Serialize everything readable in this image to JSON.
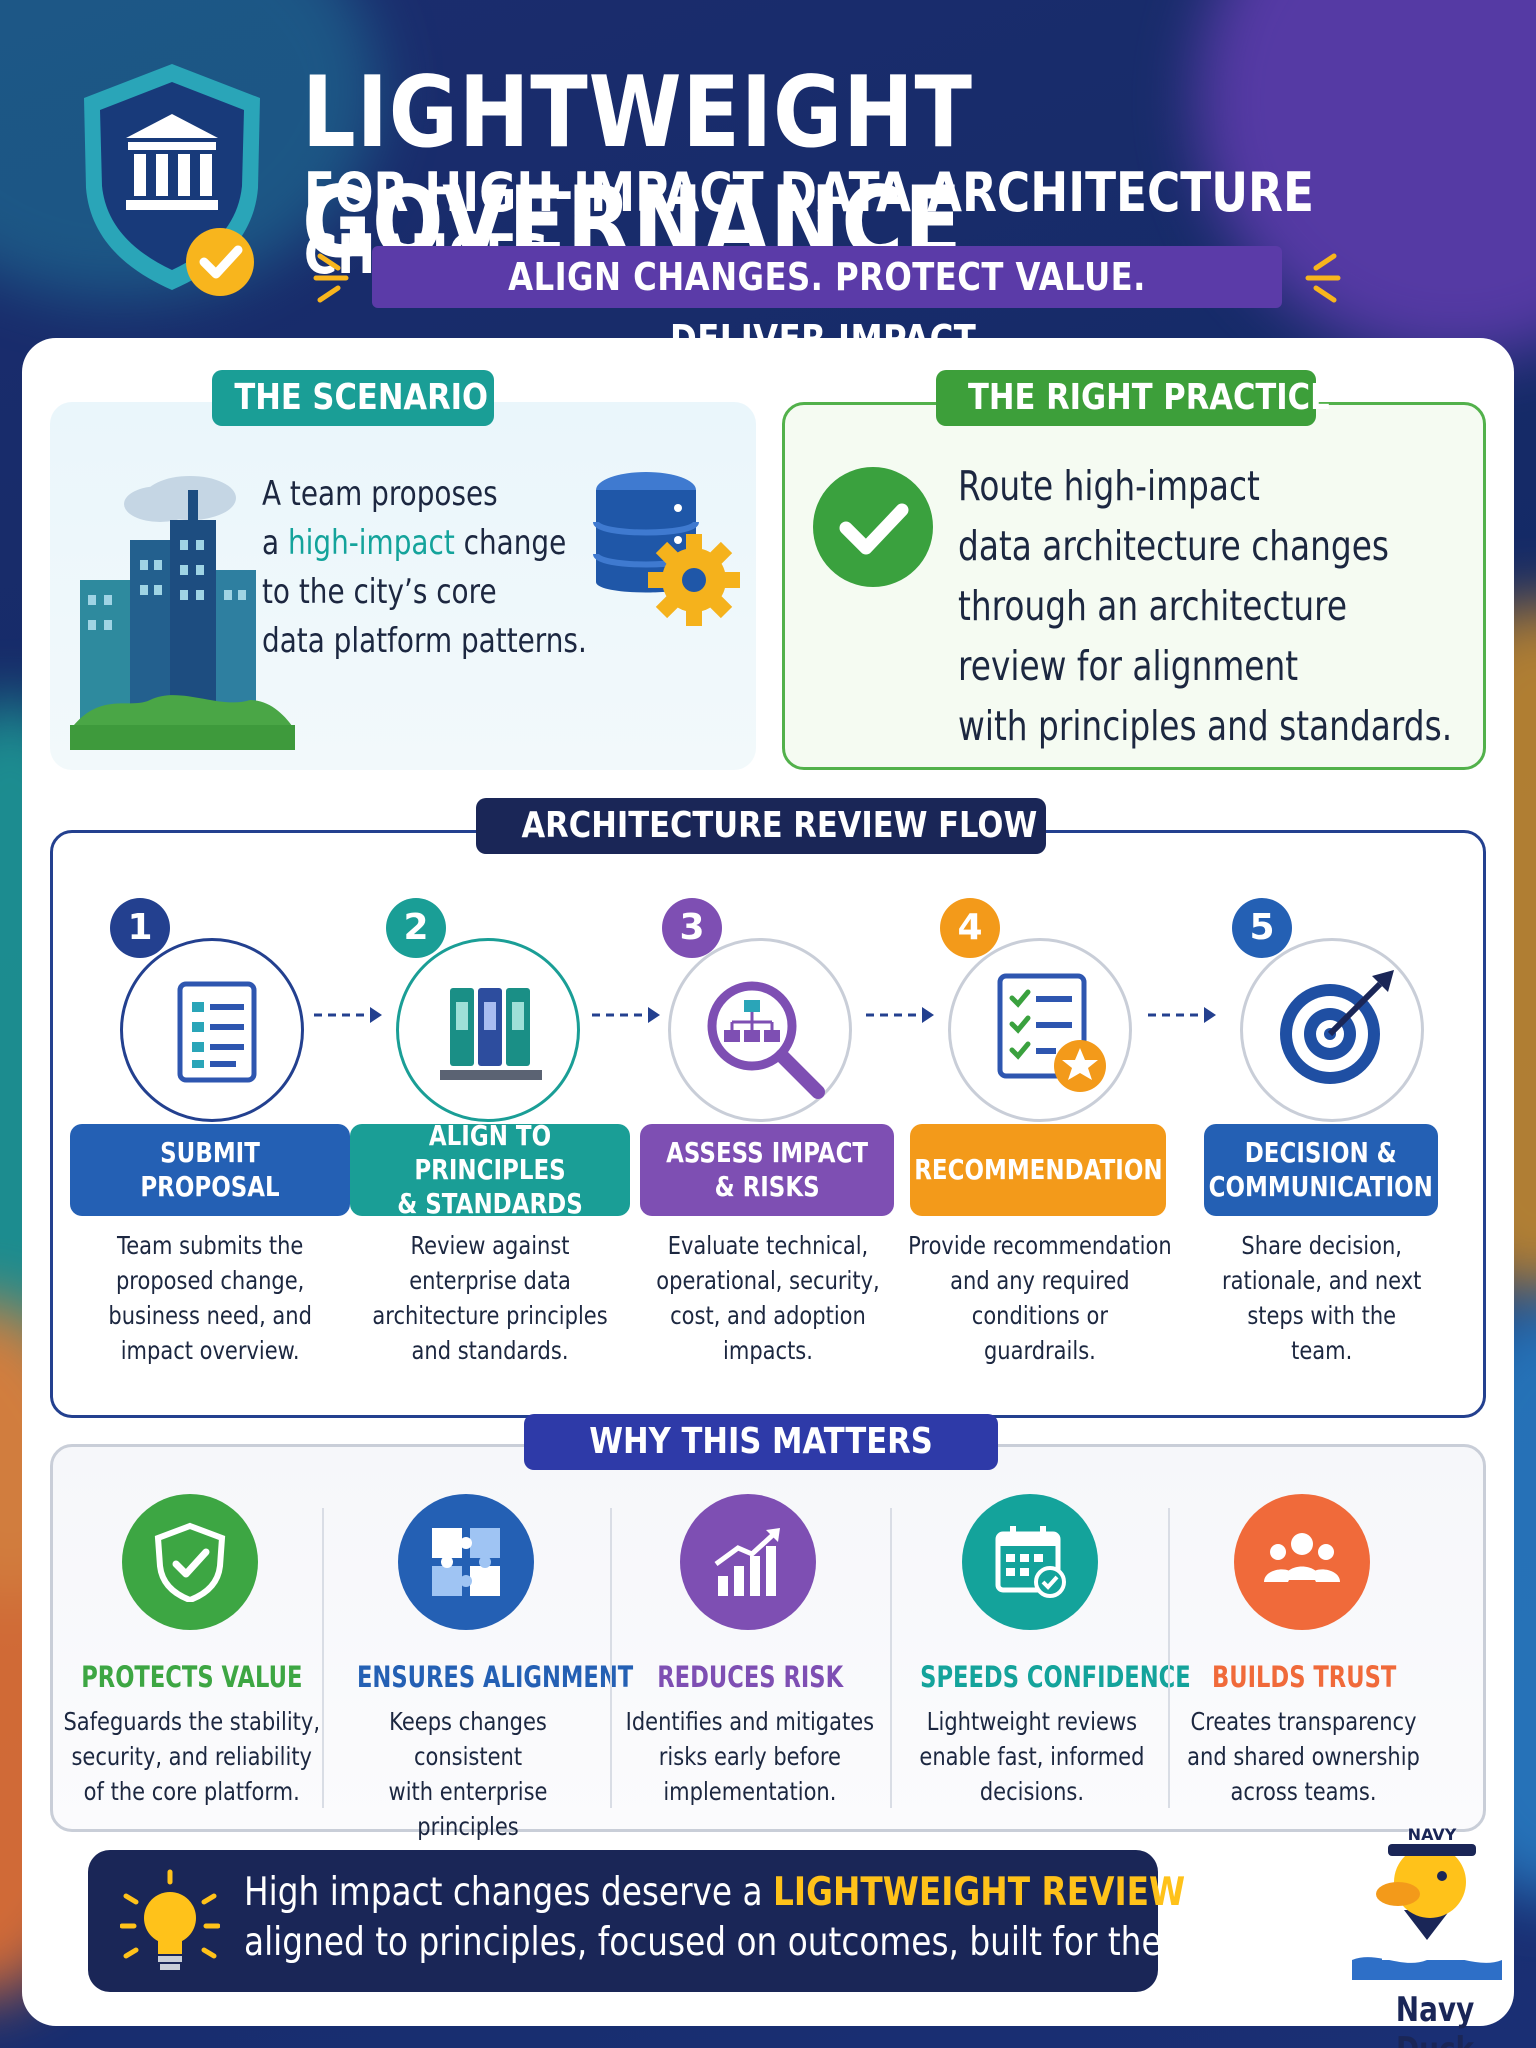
{
  "header": {
    "title_line1": "LIGHTWEIGHT GOVERNANCE",
    "title_line2": "FOR HIGH-IMPACT DATA ARCHITECTURE CHANGES",
    "tagline": "ALIGN CHANGES. PROTECT VALUE. DELIVER IMPACT."
  },
  "scenario": {
    "heading": "THE SCENARIO",
    "line1": "A team proposes",
    "line2_pre": "a ",
    "line2_highlight": "high-impact",
    "line2_post": " change",
    "line3": "to the city’s core",
    "line4": "data platform patterns."
  },
  "practice": {
    "heading": "THE RIGHT PRACTICE",
    "lines": [
      "Route high-impact",
      "data architecture changes",
      "through an architecture",
      "review for alignment",
      "with principles and standards."
    ]
  },
  "flow": {
    "heading": "ARCHITECTURE REVIEW FLOW",
    "steps": [
      {
        "num": "1",
        "label": "SUBMIT PROPOSAL",
        "desc": "Team submits the\nproposed change,\nbusiness need, and\nimpact overview."
      },
      {
        "num": "2",
        "label": "ALIGN TO PRINCIPLES\n& STANDARDS",
        "desc": "Review against\nenterprise data\narchitecture principles\nand standards."
      },
      {
        "num": "3",
        "label": "ASSESS IMPACT\n& RISKS",
        "desc": "Evaluate technical,\noperational, security,\ncost, and adoption\nimpacts."
      },
      {
        "num": "4",
        "label": "RECOMMENDATION",
        "desc": "Provide recommendation\nand any required\nconditions or\nguardrails."
      },
      {
        "num": "5",
        "label": "DECISION &\nCOMMUNICATION",
        "desc": "Share decision,\nrationale, and next\nsteps with the\nteam."
      }
    ]
  },
  "why": {
    "heading": "WHY THIS MATTERS",
    "items": [
      {
        "title": "PROTECTS VALUE",
        "desc": "Safeguards the stability,\nsecurity, and reliability\nof the core platform."
      },
      {
        "title": "ENSURES ALIGNMENT",
        "desc": "Keeps changes consistent\nwith enterprise principles\nand standards."
      },
      {
        "title": "REDUCES RISK",
        "desc": "Identifies and mitigates\nrisks early before\nimplementation."
      },
      {
        "title": "SPEEDS CONFIDENCE",
        "desc": "Lightweight reviews\nenable fast, informed\ndecisions."
      },
      {
        "title": "BUILDS TRUST",
        "desc": "Creates transparency\nand shared ownership\nacross teams."
      }
    ]
  },
  "banner": {
    "pre": "High impact changes deserve a ",
    "highlight": "LIGHTWEIGHT REVIEW",
    "post": "—",
    "line2": "aligned to principles, focused on outcomes, built for the city."
  },
  "mascot": {
    "hat_text": "NAVY",
    "name": "Navy Duck"
  },
  "colors": {
    "navy": "#1a2657",
    "teal": "#14a39b",
    "green": "#3da643",
    "purple": "#7e4fb3",
    "orange": "#f39a1a",
    "blue": "#2460b4",
    "coral": "#f06a3a"
  }
}
